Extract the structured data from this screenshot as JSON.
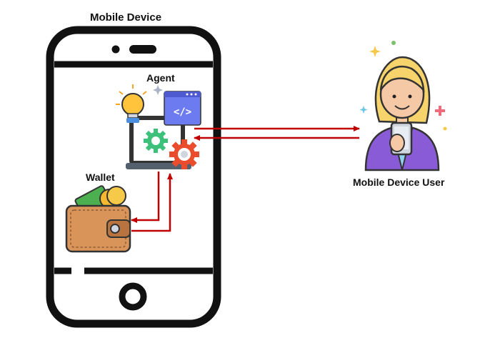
{
  "labels": {
    "device": "Mobile Device",
    "agent": "Agent",
    "wallet": "Wallet",
    "user": "Mobile Device User"
  },
  "icons": {
    "device": "smartphone-icon",
    "agent": "agent-laptop-icon",
    "idea": "lightbulb-icon",
    "code": "code-window-icon",
    "gears": "gears-icon",
    "wallet": "wallet-icon",
    "user": "user-avatar-icon"
  },
  "colors": {
    "arrow": "#c00000",
    "outline": "#111111",
    "wallet": "#d9945a",
    "gear_green": "#3cc07a",
    "gear_red": "#ea4c2e",
    "code_window": "#6c7bf0",
    "bulb": "#ffc43b",
    "user_jacket": "#8a5bd6",
    "user_hair": "#f7d36b"
  }
}
